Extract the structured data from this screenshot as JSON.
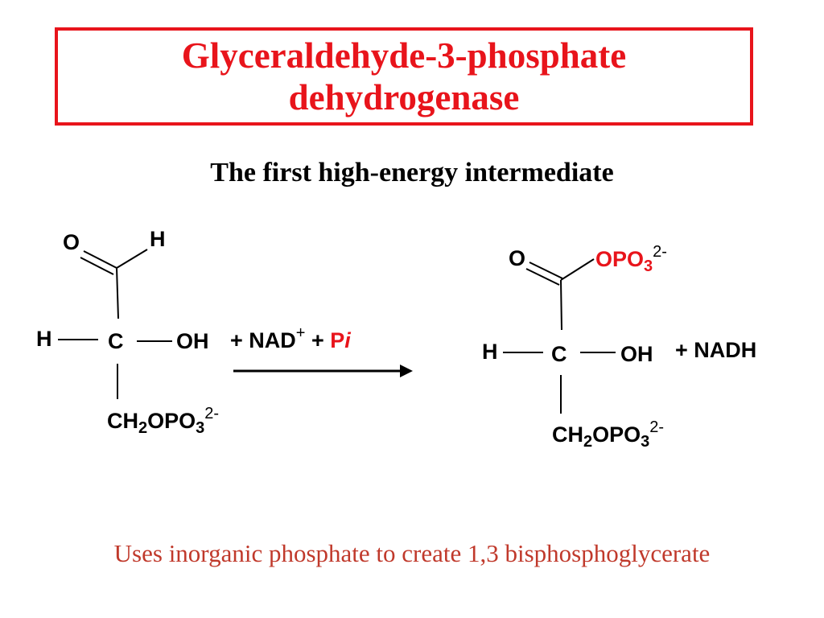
{
  "title": {
    "line1": "Glyceraldehyde-3-phosphate",
    "line2": "dehydrogenase"
  },
  "subtitle": "The first high-energy intermediate",
  "reactant": {
    "carbonyl_o": "O",
    "aldehyde_h": "H",
    "h": "H",
    "c": "C",
    "oh": "OH",
    "ch": "CH",
    "sub2": "2",
    "opo": "OPO",
    "sub3": "3",
    "charge": "2-"
  },
  "reagents": {
    "plus1": "+ NAD",
    "nad_charge": "+",
    "plus2": "+ ",
    "p": "P",
    "i": "i"
  },
  "product": {
    "carbonyl_o": "O",
    "opo": "OPO",
    "sub3": "3",
    "charge": "2-",
    "h": "H",
    "c": "C",
    "oh": "OH",
    "ch": "CH",
    "sub2": "2",
    "opo2": "OPO",
    "sub3b": "3",
    "charge2": "2-",
    "nadh": "+ NADH"
  },
  "caption": "Uses inorganic phosphate to create 1,3 bisphosphoglycerate",
  "colors": {
    "accent": "#e8141b",
    "caption": "#c0392b"
  }
}
